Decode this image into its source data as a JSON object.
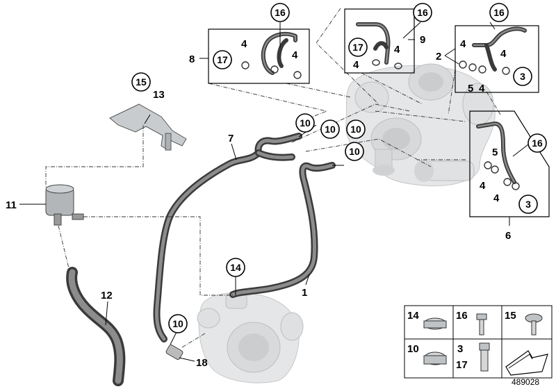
{
  "callouts": {
    "c1": "1",
    "c2": "2",
    "c3a": "3",
    "c3b": "3",
    "c4": "4",
    "c5": "5",
    "c6": "6",
    "c7": "7",
    "c8": "8",
    "c9": "9",
    "c10": "10",
    "c11": "11",
    "c12": "12",
    "c13": "13",
    "c14": "14",
    "c15": "15",
    "c16": "16",
    "c17": "17",
    "c18": "18"
  },
  "legend": {
    "cells": [
      "14",
      "16",
      "15",
      "10",
      "3",
      "17"
    ]
  },
  "document_number": "489028",
  "icons": [
    "turbocharger-icon",
    "coolant-pump-icon",
    "water-pump-icon",
    "hose-clamp-icon",
    "banjo-bolt-icon",
    "screw-icon",
    "gasket-icon",
    "bracket-icon"
  ]
}
